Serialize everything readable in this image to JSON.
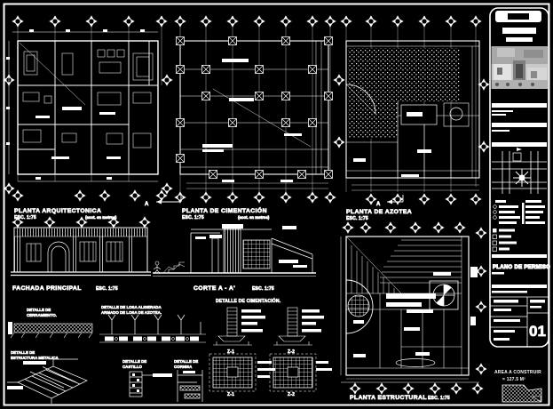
{
  "sheet": {
    "background": "#000000",
    "ink": "#ffffff",
    "plans": {
      "arquitectonica": {
        "title": "PLANTA ARQUITECTONICA",
        "scale": "ESC. 1:75",
        "note": "(acot. en metros)"
      },
      "cimentacion": {
        "title": "PLANTA DE CIMENTACIÓN",
        "scale": "ESC. 1:75",
        "note": "(acot. en metros)"
      },
      "azotea": {
        "title": "PLANTA DE AZOTEA",
        "scale": "ESC. 1:75"
      },
      "fachada": {
        "title": "FACHADA PRINCIPAL",
        "scale": "ESC. 1:75"
      },
      "corte": {
        "title": "CORTE A - A'",
        "scale": "ESC. 1:75"
      },
      "estructural": {
        "title": "PLANTA ESTRUCTURAL",
        "scale": "ESC. 1:75"
      }
    },
    "detalles": {
      "cerramiento_l1": "DETALLE DE",
      "cerramiento_l2": "CERRAMIENTO.",
      "losa_l1": "DETALLE DE LOSA ALIGERADA",
      "losa_l2": "ARMADO DE LOSA DE AZOTEA.",
      "metalica_l1": "DETALLE DE",
      "metalica_l2": "ESTRUCTURA METALICA",
      "castillo_l1": "DETALLE DE",
      "castillo_l2": "CASTILLO",
      "cornisa_l1": "DETALLE DE",
      "cornisa_l2": "CORNISA",
      "cimentacion_title": "DETALLE DE CIMENTACIÓN.",
      "z1": "Z-1",
      "z2": "Z-2"
    },
    "markers": {
      "section": "A"
    },
    "titleblock": {
      "plan_type": "PLANO DE PERMISO",
      "sheet_number": "01",
      "area_l1": "AREA A CONSTRUIR",
      "area_l2": "= 127.5 M²"
    }
  }
}
